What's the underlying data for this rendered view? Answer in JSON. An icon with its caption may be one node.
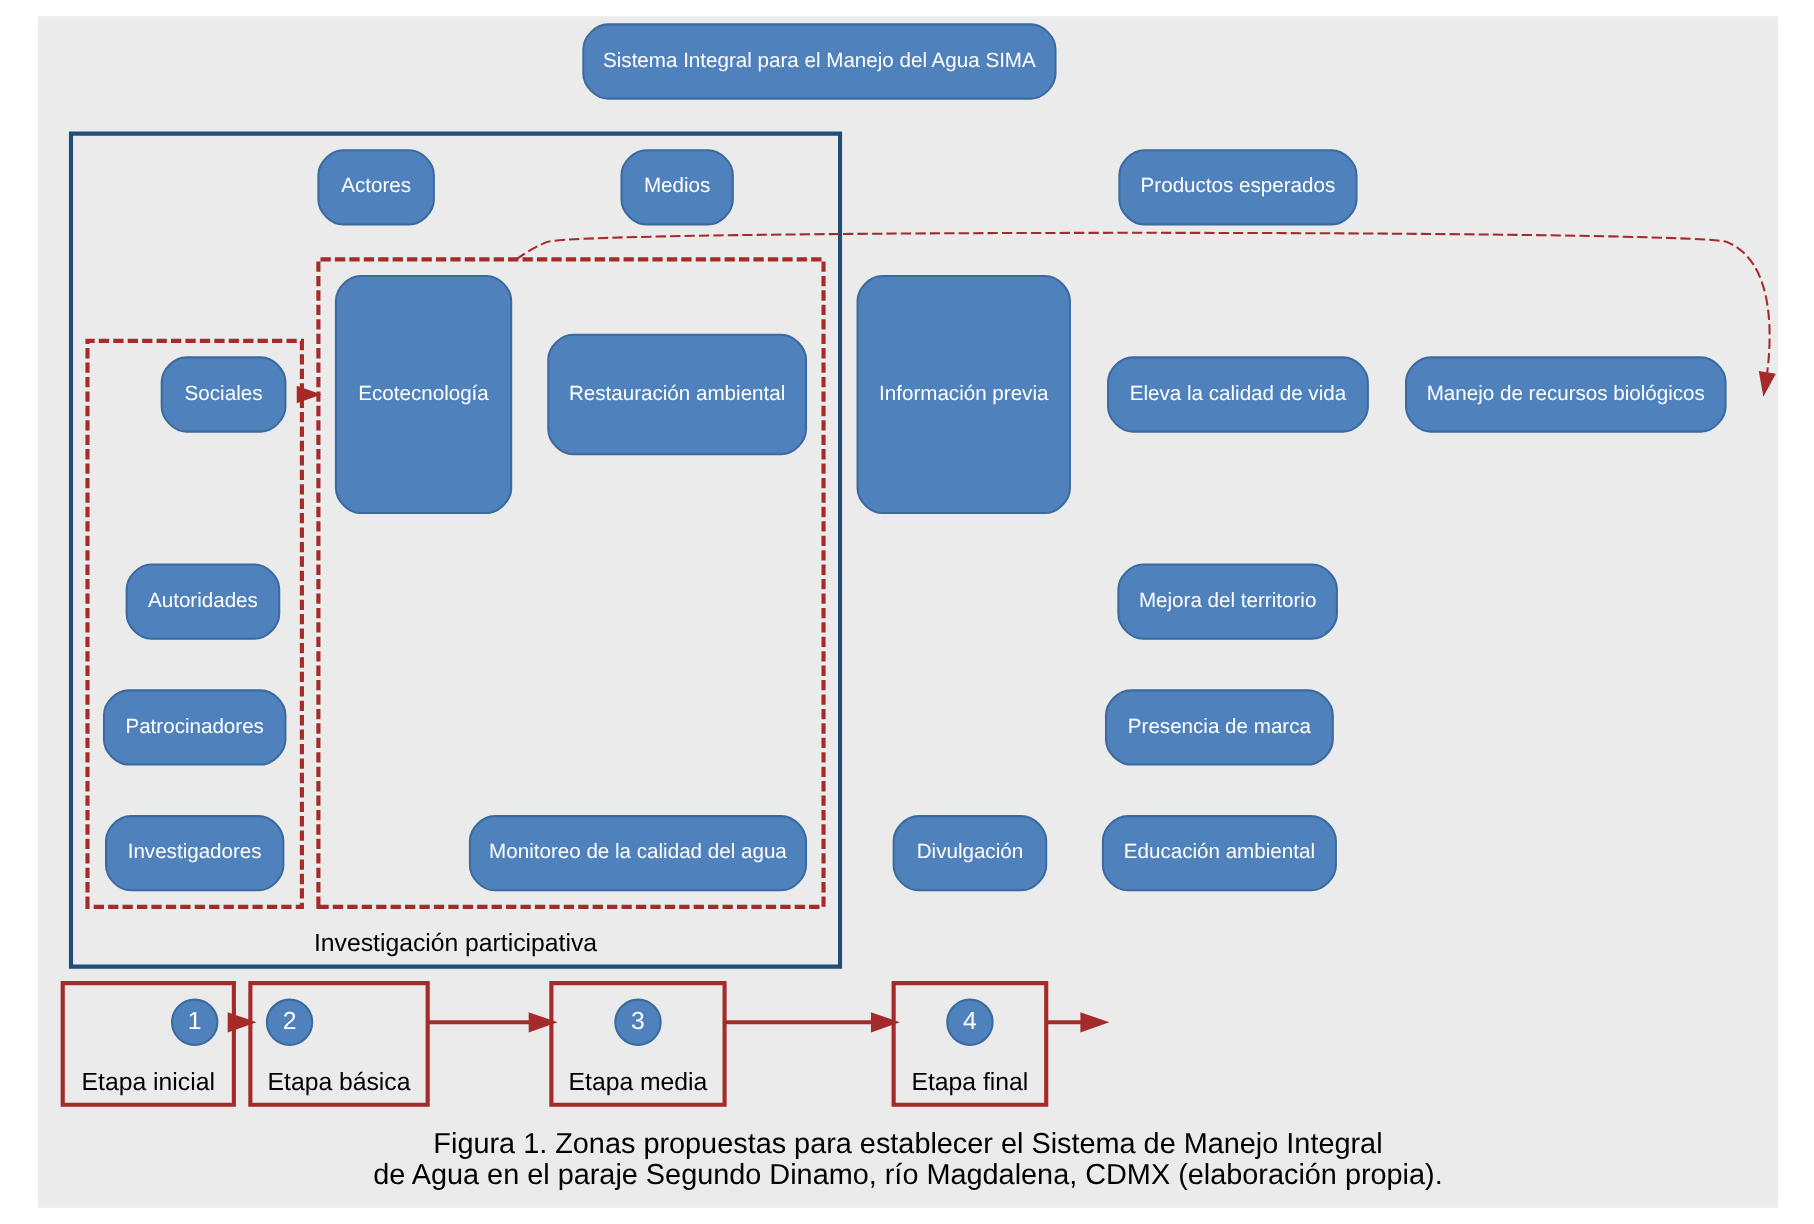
{
  "diagram": {
    "caption": "Figura 1. Zonas propuestas para establecer el Sistema de Manejo Integral de Agua en el paraje Segundo Dinamo, río Magdalena, CDMX (elaboración propia).",
    "nodes": [
      {
        "text": [
          "Sistema Integral para el Manejo del Agua SIMA"
        ]
      },
      {
        "text": [
          "Información previa"
        ]
      },
      {
        "text": [
          "Investigación participativa"
        ]
      },
      {
        "text": [
          "Actores"
        ],
        "in": 2
      },
      {
        "text": [
          "Medios"
        ],
        "in": 2
      },
      {
        "text": [],
        "shape": "box",
        "in": 2
      },
      {
        "text": [
          "Sociales"
        ],
        "in": 5
      },
      {
        "text": [
          "Autoridades"
        ],
        "in": 5
      },
      {
        "text": [
          "Patrocinadores"
        ],
        "in": 5
      },
      {
        "text": [
          "Investigadores"
        ],
        "in": 5
      },
      {
        "text": [],
        "shape": "box",
        "in": 2
      },
      {
        "text": [
          "Ecotecnología"
        ],
        "in": 10
      },
      {
        "text": [
          "Restauración ambiental"
        ],
        "in": 10
      },
      {
        "text": [
          "Monitoreo de la calidad del agua"
        ],
        "in": 10
      },
      {
        "text": [
          "Productos esperados"
        ]
      },
      {
        "text": [
          "Eleva la calidad de vida"
        ]
      },
      {
        "text": [
          "Manejo de recursos biológicos"
        ]
      },
      {
        "text": [
          "Mejora del territorio"
        ]
      },
      {
        "text": [
          "Presencia de marca"
        ]
      },
      {
        "text": [
          "Divulgación"
        ]
      },
      {
        "text": [
          "Educación ambiental"
        ]
      },
      {
        "text": [
          "Etapa inicial"
        ]
      },
      {
        "text": [
          "1"
        ],
        "in": 21
      },
      {
        "text": [
          "Etapa básica"
        ]
      },
      {
        "text": [
          "2"
        ],
        "in": 23
      },
      {
        "text": [
          "Etapa media"
        ]
      },
      {
        "text": [
          "3"
        ],
        "in": 25
      },
      {
        "text": [
          "Etapa final"
        ]
      },
      {
        "text": [
          "4"
        ],
        "in": 27
      }
    ],
    "edges": [
      {
        "from": 5,
        "to": 10,
        "arrow": "to",
        "style": "dashed"
      },
      {
        "from": 10,
        "to": null,
        "arrow": "to",
        "style": "dashed"
      },
      {
        "from": 21,
        "to": 23,
        "arrow": "to"
      },
      {
        "from": 23,
        "to": 25,
        "arrow": "to"
      },
      {
        "from": 25,
        "to": 27,
        "arrow": "to"
      },
      {
        "from": 27,
        "to": null,
        "arrow": "to"
      }
    ]
  }
}
